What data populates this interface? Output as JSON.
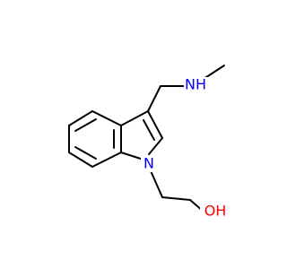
{
  "molecule": {
    "atoms": {
      "nitrogen_indole": {
        "label": "N",
        "color": "#0000FF"
      },
      "nitrogen_amine": {
        "label": "NH",
        "color": "#0000FF"
      },
      "oxygen_hydroxyl": {
        "label": "OH",
        "color": "#FF0000"
      }
    }
  }
}
